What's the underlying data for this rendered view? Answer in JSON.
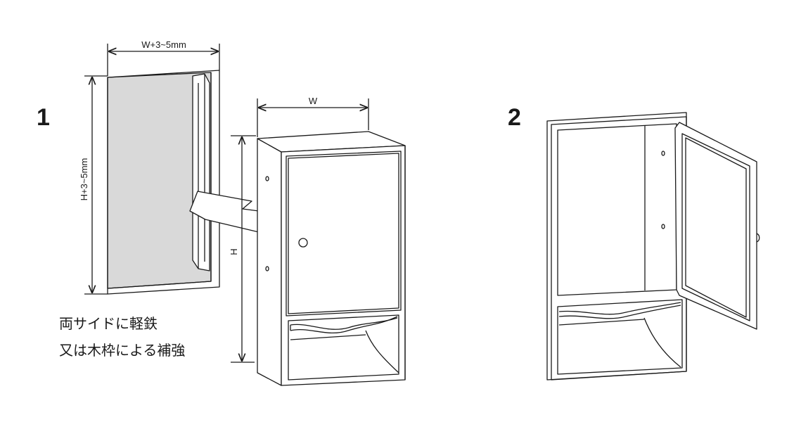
{
  "steps": {
    "step1": "1",
    "step2": "2"
  },
  "dimensions": {
    "opening_width": "W+3~5mm",
    "opening_height": "H+3~5mm",
    "unit_width": "W",
    "unit_height": "H"
  },
  "notes": {
    "line1": "両サイドに軽鉄",
    "line2": "又は木枠による補強"
  },
  "colors": {
    "line": "#1a1a1a",
    "wall_cavity": "#d9d9d9",
    "background": "#ffffff"
  }
}
